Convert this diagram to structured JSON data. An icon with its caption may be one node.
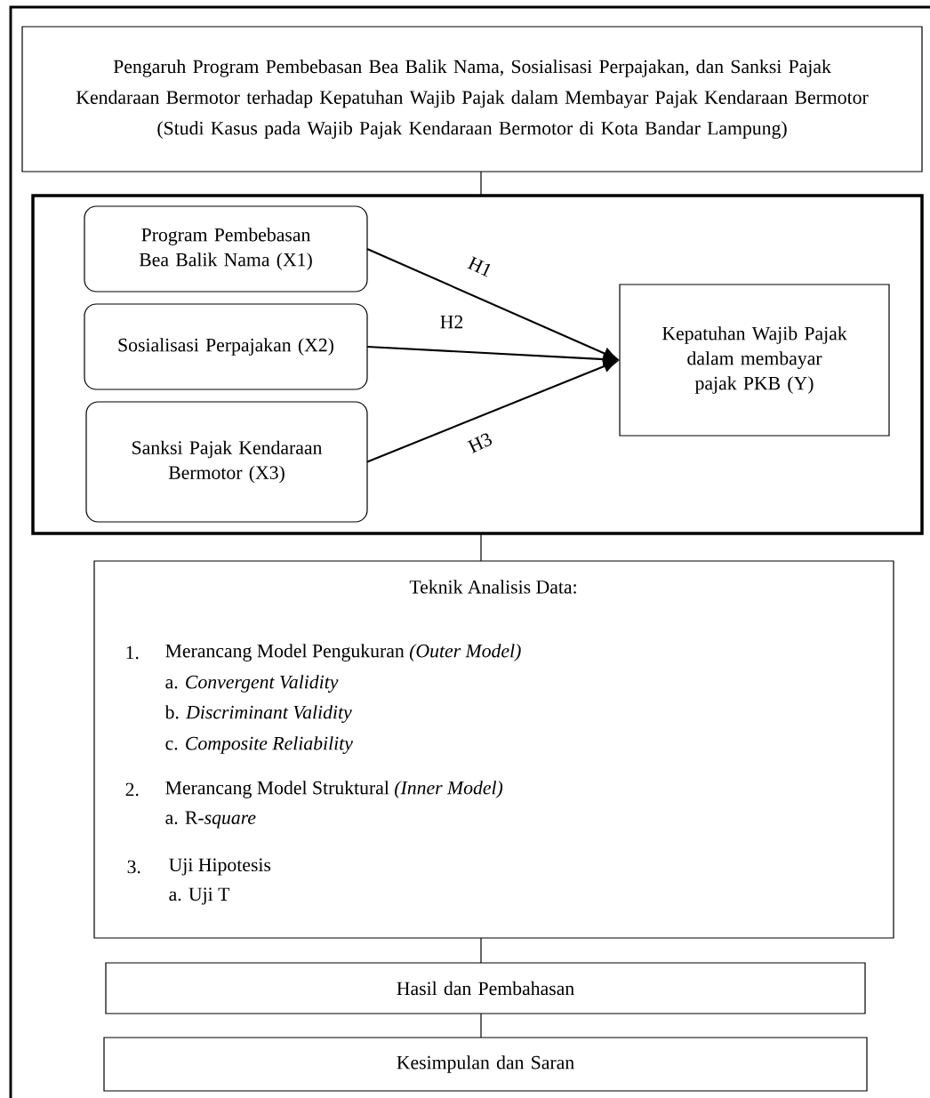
{
  "diagram": {
    "nodes": [
      {
        "text": [
          "Pengaruh Program Pembebasan Bea Balik Nama, Sosialisasi Perpajakan, dan Sanksi Pajak Kendaraan Bermotor terhadap Kepatuhan Wajib Pajak dalam Membayar Pajak Kendaraan Bermotor",
          "(Studi Kasus pada Wajib Pajak Kendaraan Bermotor di Kota Bandar Lampung)"
        ]
      },
      {
        "text": [],
        "shape": "box"
      },
      {
        "text": [
          "Program Pembebasan Bea Balik Nama (X1)"
        ],
        "in": 1
      },
      {
        "text": [
          "Sosialisasi Perpajakan (X2)"
        ],
        "in": 1
      },
      {
        "text": [
          "Sanksi Pajak Kendaraan Bermotor (X3)"
        ],
        "in": 1
      },
      {
        "text": [
          "Kepatuhan Wajib Pajak dalam membayar pajak PKB (Y)"
        ],
        "in": 1
      },
      {
        "text": [
          "Teknik Analisis Data:",
          "1.",
          "Merancang Model Pengukuran *(Outer Model)*",
          "a. *Convergent Validity*",
          "b. *Discriminant Validity*",
          "c. *Composite Reliability*",
          "2.",
          "Merancang Model Struktural *(Inner Model)*",
          "a. R-*square*",
          "3.",
          "Uji Hipotesis",
          "a. Uji T"
        ]
      },
      {
        "text": [
          "Hasil dan Pembahasan"
        ]
      },
      {
        "text": [
          "Kesimpulan dan Saran"
        ]
      }
    ],
    "edges": [
      {
        "from": 0,
        "to": 1,
        "arrow": "none"
      },
      {
        "from": 2,
        "to": 5,
        "arrow": "to",
        "label": "H1"
      },
      {
        "from": 3,
        "to": 5,
        "arrow": "to",
        "label": "H2"
      },
      {
        "from": 4,
        "to": 5,
        "arrow": "to",
        "label": "H3"
      },
      {
        "from": 1,
        "to": 6,
        "arrow": "none"
      },
      {
        "from": 6,
        "to": 7,
        "arrow": "none"
      },
      {
        "from": 7,
        "to": 8,
        "arrow": "none"
      }
    ]
  }
}
